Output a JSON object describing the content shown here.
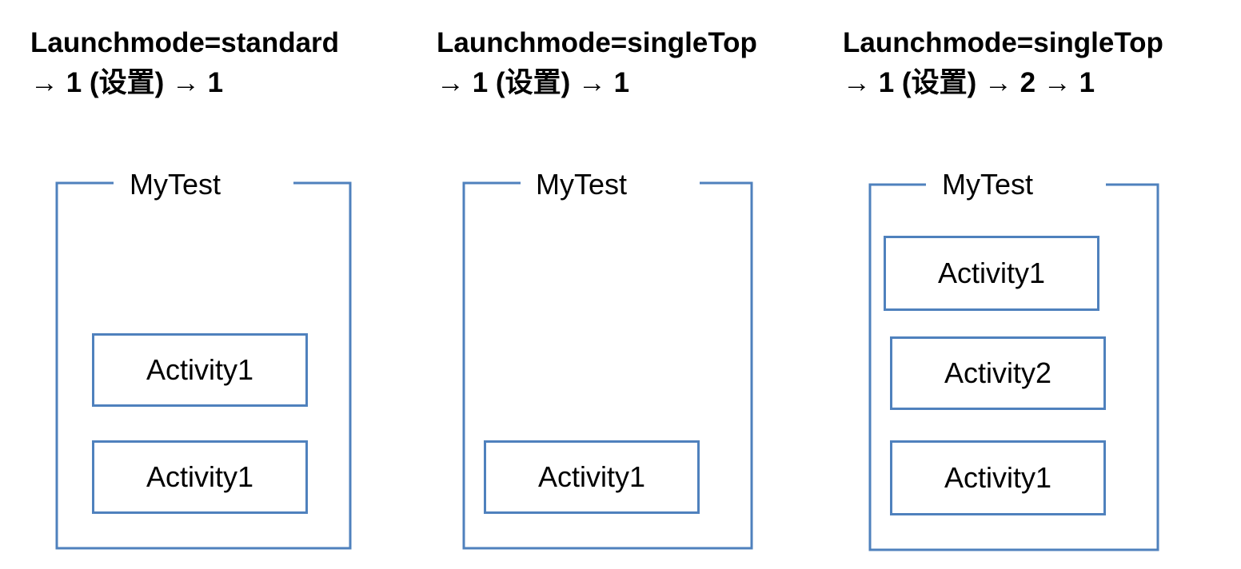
{
  "colors": {
    "stack_border": "#4f81bd",
    "text": "#000000",
    "background": "#ffffff"
  },
  "scenarios": [
    {
      "title_line1": "Launchmode=standard",
      "title_line2": "→ 1 (设置) → 1",
      "stack_name": "MyTest",
      "activities": [
        "Activity1",
        "Activity1"
      ]
    },
    {
      "title_line1": "Launchmode=singleTop",
      "title_line2": "→ 1 (设置) → 1",
      "stack_name": "MyTest",
      "activities": [
        "Activity1"
      ]
    },
    {
      "title_line1": "Launchmode=singleTop",
      "title_line2": "→ 1 (设置) → 2 → 1",
      "stack_name": "MyTest",
      "activities": [
        "Activity1",
        "Activity2",
        "Activity1"
      ]
    }
  ]
}
